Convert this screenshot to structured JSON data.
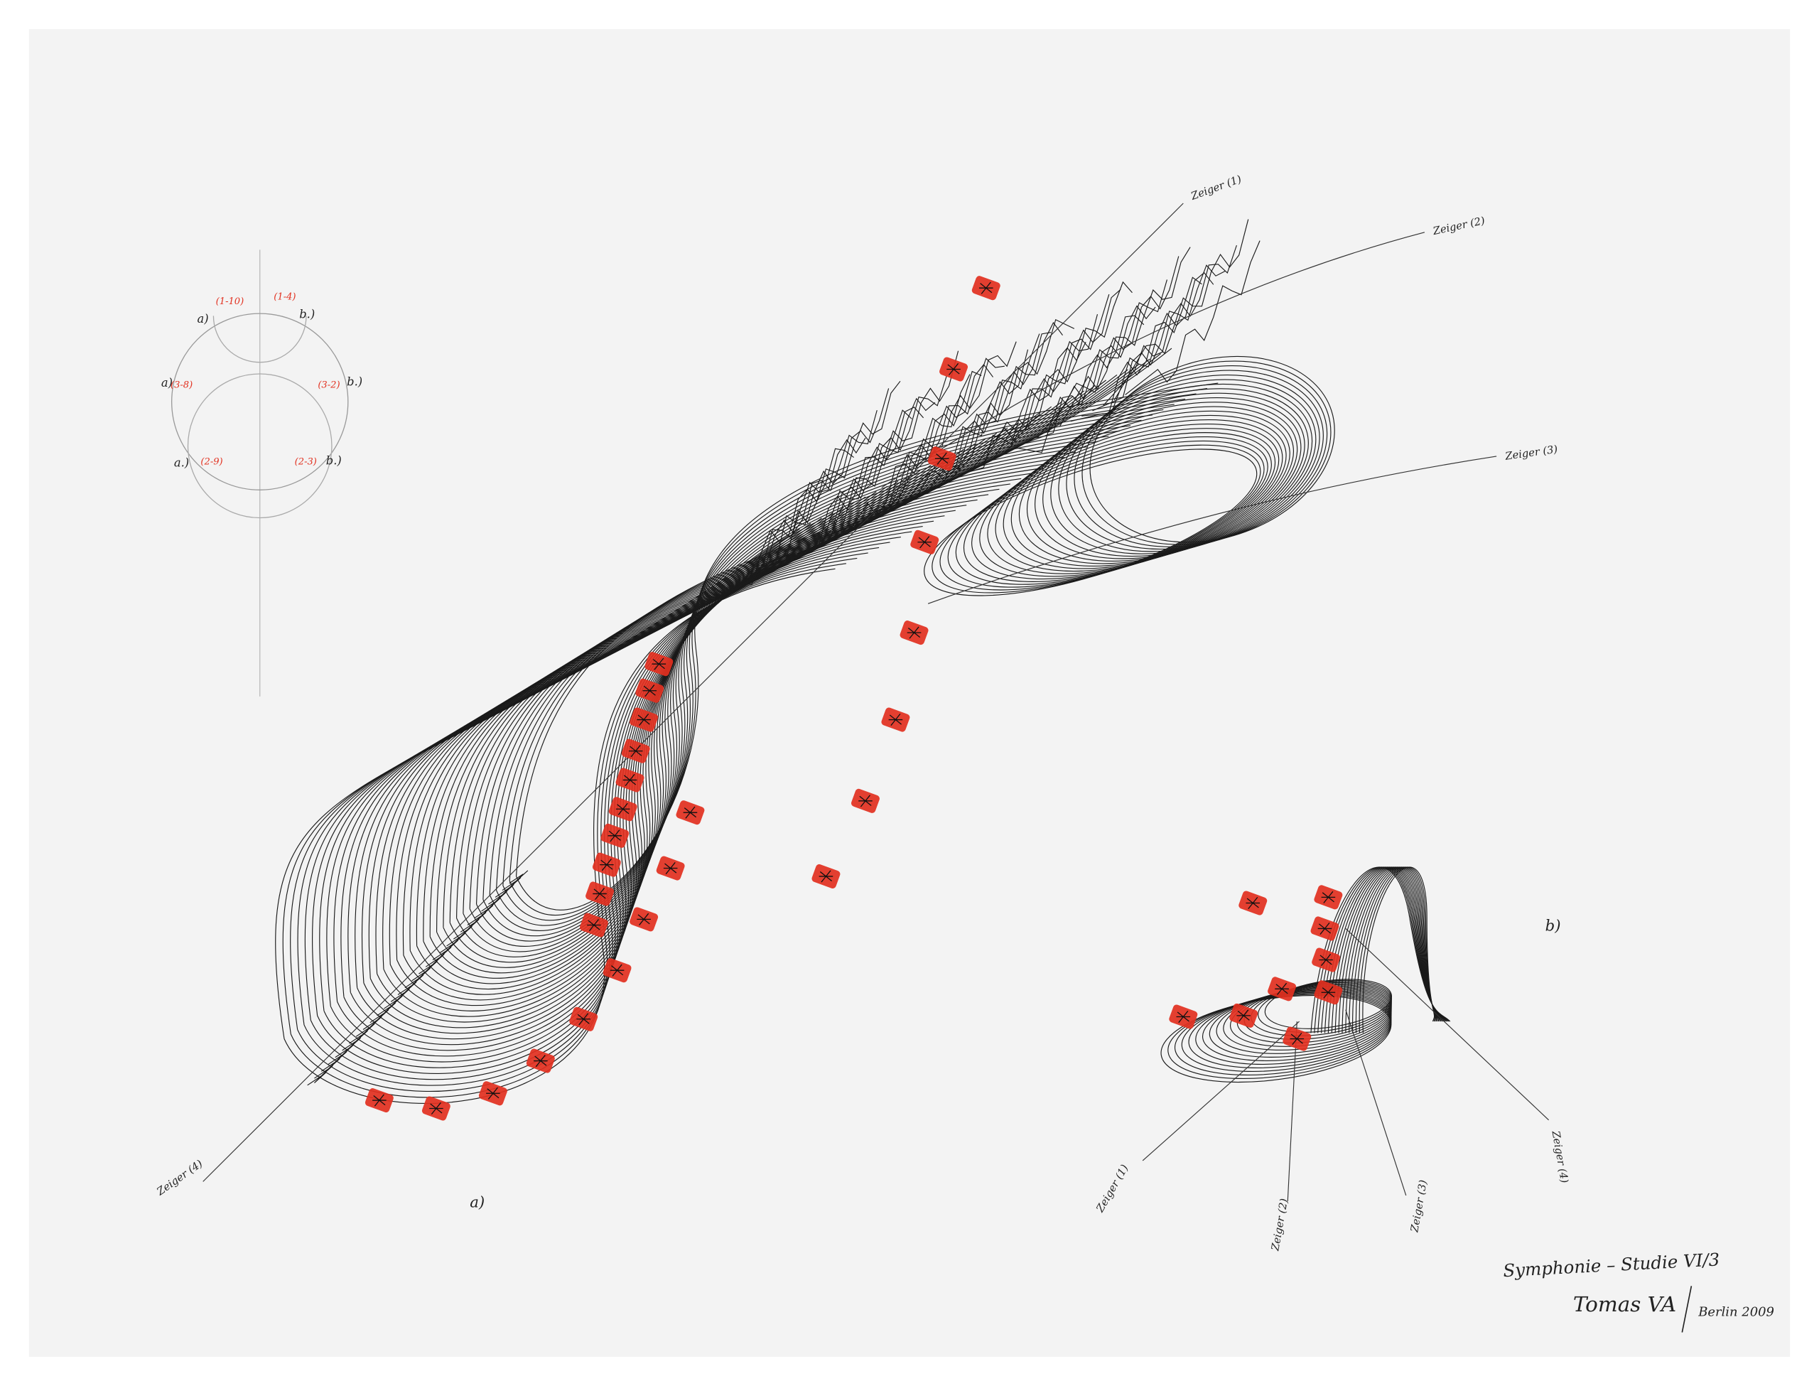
{
  "artwork": {
    "paper_color": "#f3f3f3",
    "ink_color": "#1a1a1a",
    "accent_color": "#e2301f",
    "labels": {
      "figure_a": "a)",
      "figure_b": "b)",
      "zeiger_1": "Zeiger (1)",
      "zeiger_2": "Zeiger (2)",
      "zeiger_3": "Zeiger (3)",
      "zeiger_4": "Zeiger (4)",
      "b_zeiger_1": "Zeiger (1)",
      "b_zeiger_2": "Zeiger (2)",
      "b_zeiger_3": "Zeiger (3)",
      "b_zeiger_4": "Zeiger (4)"
    },
    "key_diagram": {
      "labels_black": [
        "a)",
        "b.)",
        "a)",
        "b.)",
        "a.)",
        "b.)"
      ],
      "labels_red": [
        "(1-10)",
        "(1-4)",
        "(3-8)",
        "(3-2)",
        "(2-9)",
        "(2-3)"
      ]
    },
    "signature": {
      "title": "Symphonie – Studie VI/3",
      "artist": "Tomas VA",
      "place_year": "Berlin 2009"
    }
  }
}
